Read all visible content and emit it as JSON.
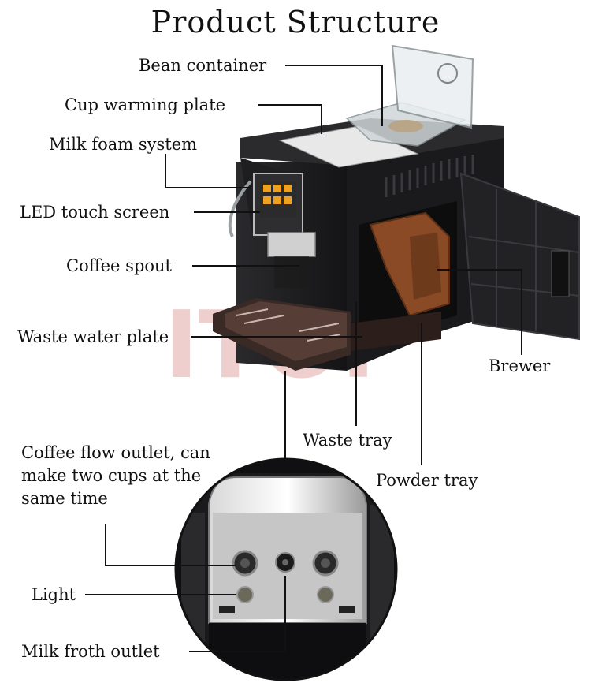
{
  "title": "Product Structure",
  "watermark": "ITOP",
  "labels": {
    "bean_container": "Bean container",
    "cup_warming_plate": "Cup warming plate",
    "milk_foam_system": "Milk foam system",
    "led_touch_screen": "LED touch screen",
    "coffee_spout": "Coffee spout",
    "waste_water_plate": "Waste water plate",
    "brewer": "Brewer",
    "waste_tray": "Waste tray",
    "powder_tray": "Powder tray",
    "coffee_flow_outlet": "Coffee flow outlet, can make two cups at the same time",
    "light": "Light",
    "milk_froth_outlet": "Milk froth outlet"
  },
  "colors": {
    "machine_body": "#1c1c1e",
    "brewer": "#8a4a26",
    "watermark": "#e3a7a7",
    "screen_icons": "#f0a020"
  }
}
